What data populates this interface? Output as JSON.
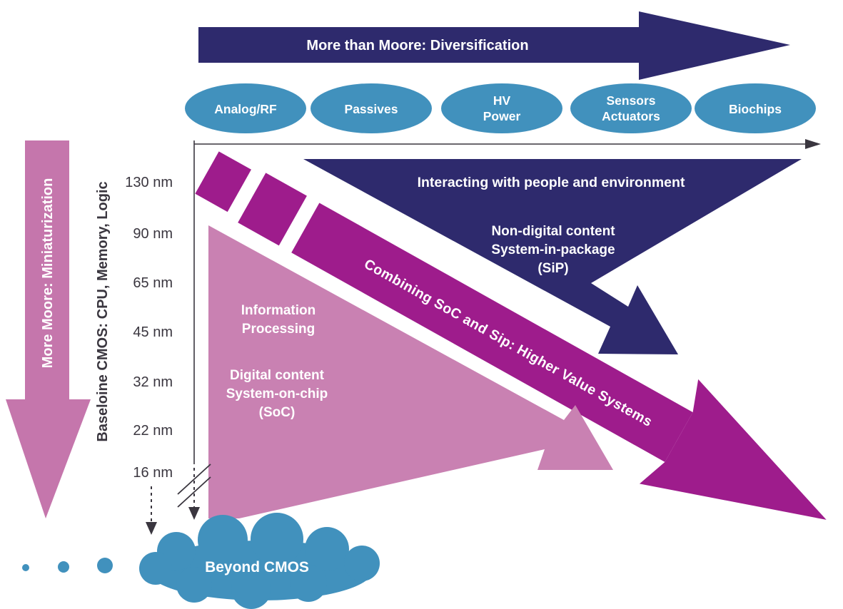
{
  "colors": {
    "navy": "#2e2a6d",
    "magenta": "#9e1c8c",
    "pink": "#c981b2",
    "left_pink": "#c576ac",
    "blue": "#4191bd",
    "ink": "#3a363f"
  },
  "top_arrow": {
    "label": "More than Moore: Diversification"
  },
  "ellipses": [
    {
      "lines": [
        "Analog/RF"
      ]
    },
    {
      "lines": [
        "Passives"
      ]
    },
    {
      "lines": [
        "HV",
        "Power"
      ]
    },
    {
      "lines": [
        "Sensors",
        "Actuators"
      ]
    },
    {
      "lines": [
        "Biochips"
      ]
    }
  ],
  "left_arrow": {
    "label": "More Moore: Miniaturization"
  },
  "y_axis": {
    "label": "Baseloine CMOS: CPU, Memory, Logic",
    "ticks": [
      "130 nm",
      "90 nm",
      "65 nm",
      "45 nm",
      "32 nm",
      "22 nm",
      "16 nm"
    ]
  },
  "pink_arrow": {
    "top_lines": [
      "Information",
      "Processing"
    ],
    "bottom_lines": [
      "Digital content",
      "System-on-chip",
      "(SoC)"
    ]
  },
  "navy_arrow": {
    "header": "Interacting with people and environment",
    "lines": [
      "Non-digital content",
      "System-in-package",
      "(SiP)"
    ]
  },
  "magenta_arrow": {
    "label": "Combining SoC and Sip: Higher Value Systems"
  },
  "cloud": {
    "label": "Beyond CMOS"
  }
}
